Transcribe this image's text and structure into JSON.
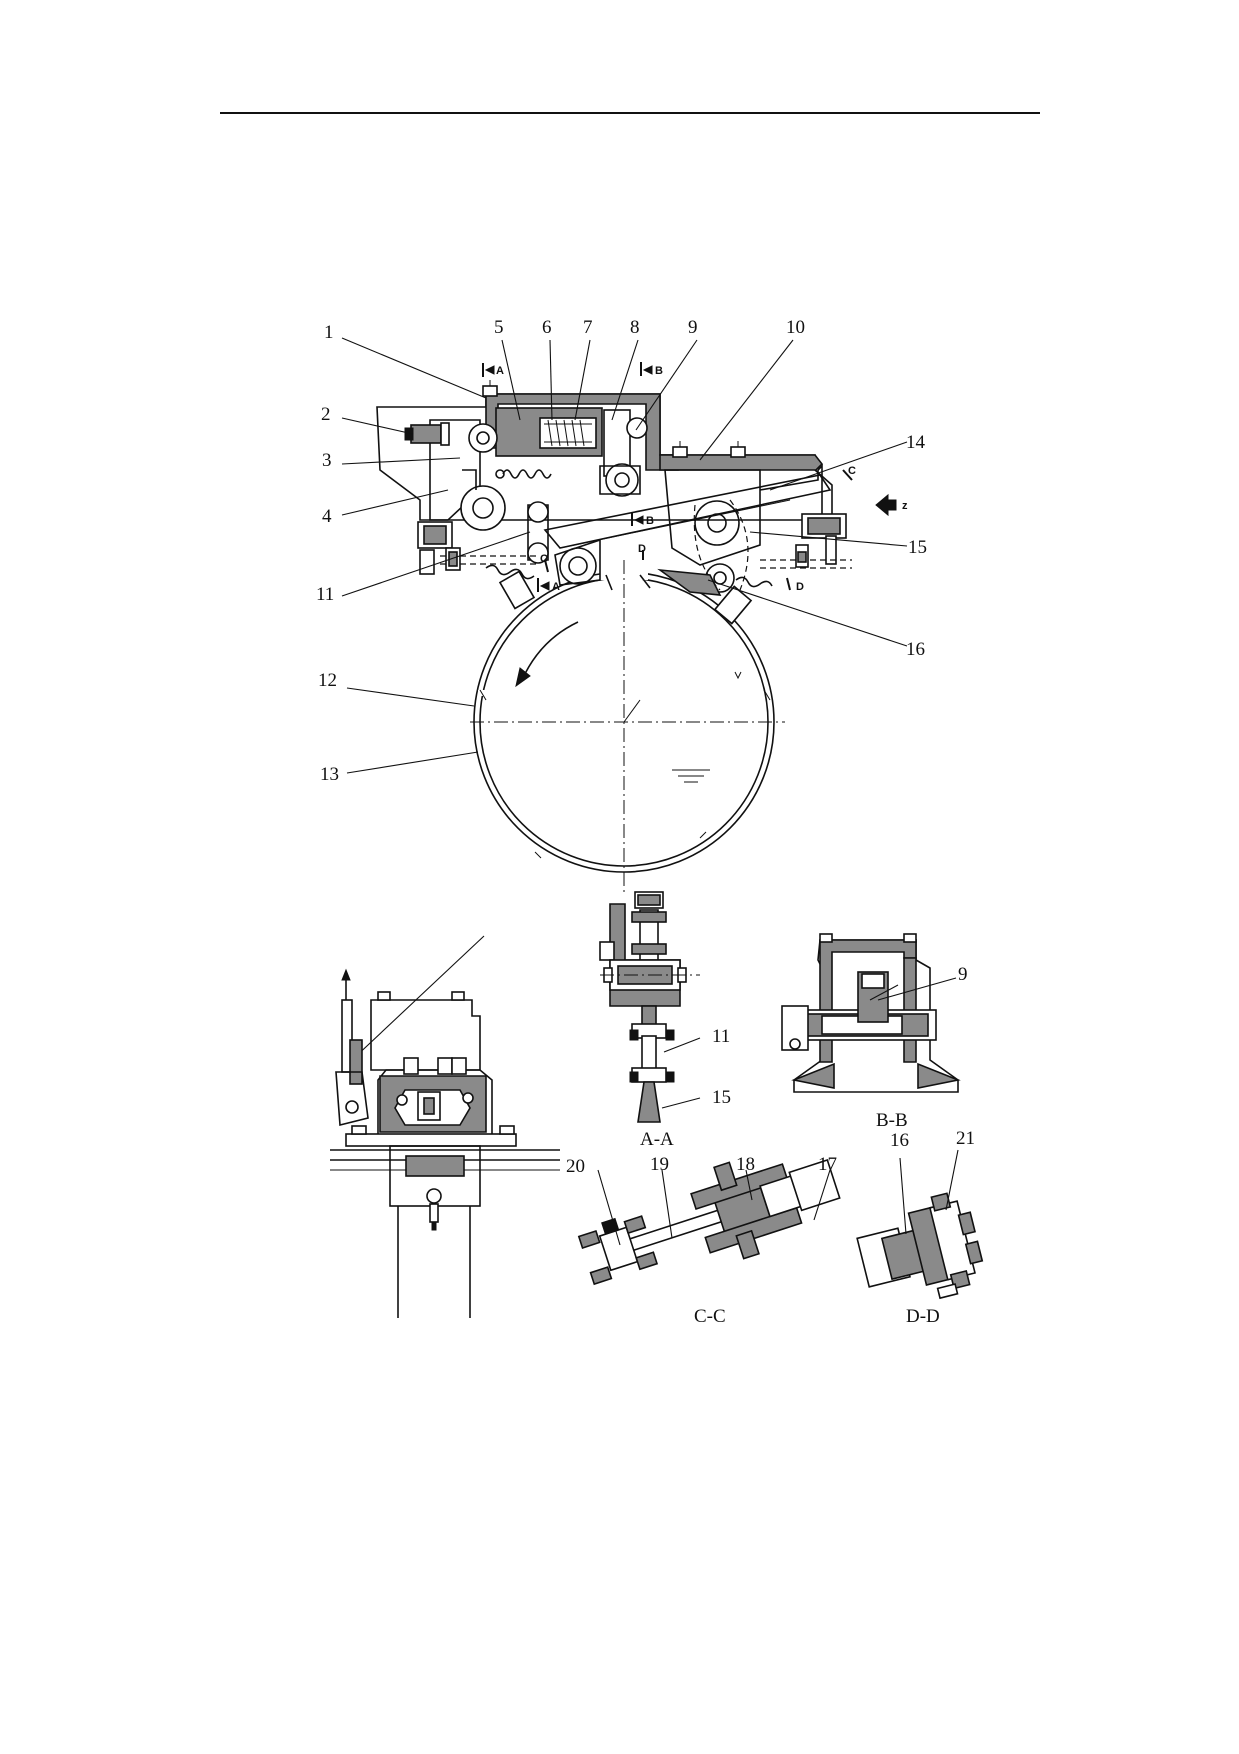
{
  "callouts": {
    "c1": "1",
    "c2": "2",
    "c3": "3",
    "c4": "4",
    "c5": "5",
    "c6": "6",
    "c7": "7",
    "c8": "8",
    "c9": "9",
    "c10": "10",
    "c11": "11",
    "c12": "12",
    "c13": "13",
    "c14": "14",
    "c15": "15",
    "c16": "16"
  },
  "section_marks": {
    "a_top": "A",
    "a_bottom": "A",
    "b_top": "B",
    "b_bottom": "B",
    "c_top": "C",
    "c_bottom": "C",
    "d_top": "D",
    "d_bottom": "D",
    "view_z": "z"
  },
  "views": {
    "aa": {
      "title": "A-A",
      "c11": "11",
      "c15": "15"
    },
    "bb": {
      "title": "B-B",
      "c9": "9"
    },
    "cc": {
      "title": "C-C",
      "c20": "20",
      "c19": "19",
      "c18": "18",
      "c17": "17"
    },
    "dd": {
      "title": "D-D",
      "c16": "16",
      "c21": "21"
    }
  },
  "colors": {
    "ink": "#111111",
    "hatch": "#8a8a8a",
    "paper": "#ffffff"
  }
}
